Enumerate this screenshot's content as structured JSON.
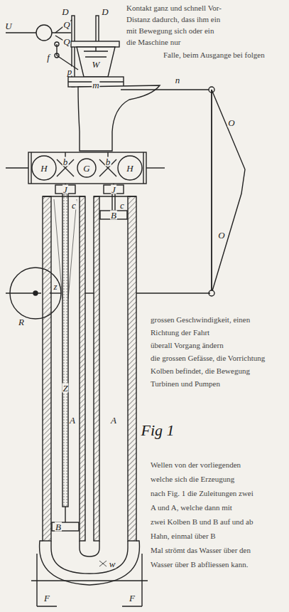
{
  "diagram": {
    "labels": [
      "D",
      "D",
      "U",
      "Q",
      "Q",
      "f",
      "p",
      "W",
      "m",
      "n",
      "O",
      "O",
      "H",
      "b",
      "G",
      "b",
      "H",
      "J",
      "J",
      "c",
      "c",
      "R",
      "z",
      "Z",
      "A",
      "A",
      "B",
      "B",
      "F",
      "F",
      "w",
      "Fig 1",
      "Kontakt ganz und schnell Vor-",
      "Distanz dadurch, dass ihm ein",
      "mit Bewegung sich oder ein",
      "die Maschine nur",
      "Falle, beim Ausgange bei folgen",
      "grossen Geschwindigkeit, einen",
      "Richtung der Fahrt",
      "überall Vorgang ändern",
      "die grossen Gefässe, die Vorrichtung",
      "Kolben befindet, die Bewegung",
      "Turbinen und Pumpen",
      "Wellen von der vorliegenden",
      "welche sich die Erzeugung",
      "nach Fig. 1 die Zuleitungen zwei",
      "A und A, welche dann mit",
      "zwei Kolben B und B auf und ab",
      "Hahn, einmal über B",
      "Mal strömt das Wasser über den",
      "Wasser über B abfliessen kann."
    ]
  }
}
